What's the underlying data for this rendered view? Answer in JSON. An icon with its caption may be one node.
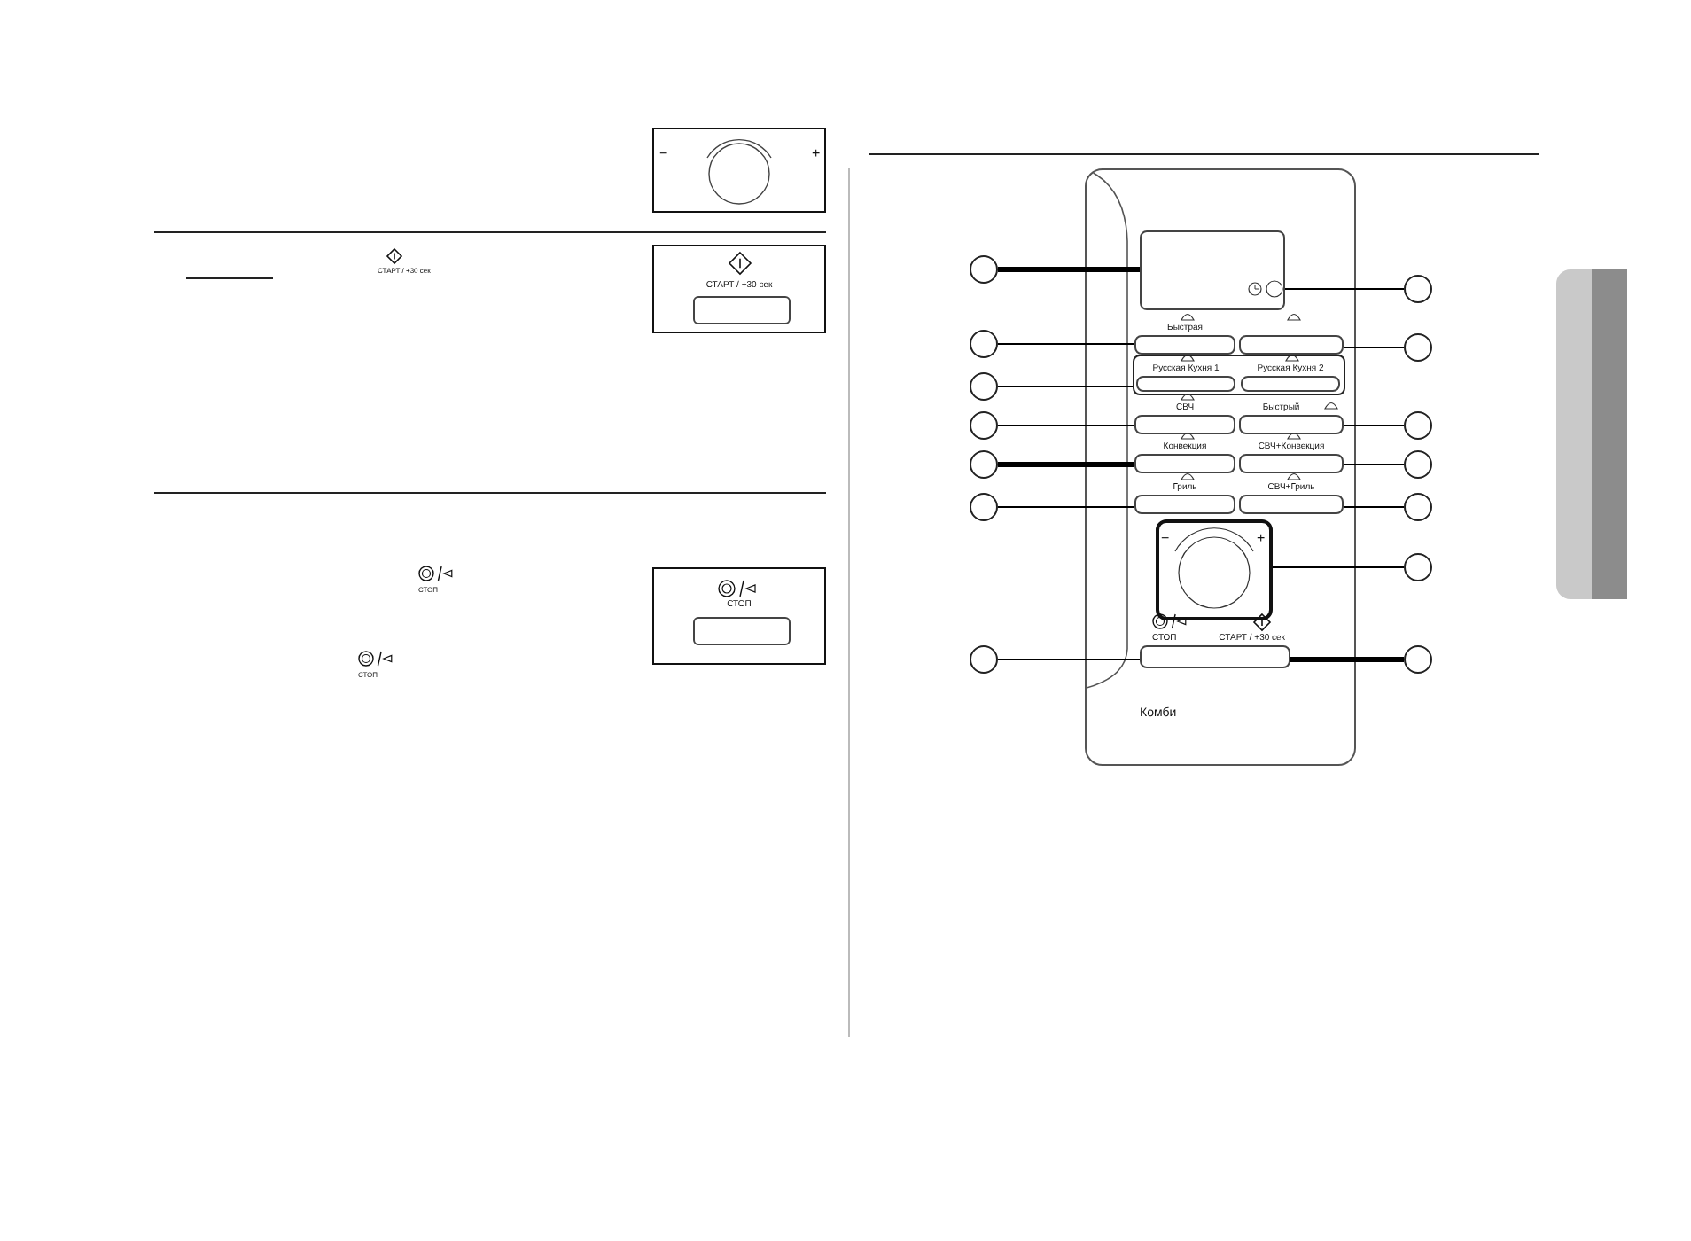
{
  "diagram": {
    "nodes": [
      {
        "text": [
          "Комби"
        ]
      },
      {
        "text": [],
        "shape": "box",
        "in": 0
      },
      {
        "text": [
          "Быстрая"
        ],
        "in": 0
      },
      {
        "text": [],
        "shape": "box",
        "in": 0
      },
      {
        "text": [],
        "shape": "box",
        "in": 0
      },
      {
        "text": [
          "Русская Кухня 1"
        ],
        "in": 4
      },
      {
        "text": [
          "Русская Кухня 2"
        ],
        "in": 4
      },
      {
        "text": [
          "СВЧ"
        ],
        "in": 0
      },
      {
        "text": [
          "Быстрый"
        ],
        "in": 0
      },
      {
        "text": [
          "Конвекция"
        ],
        "in": 0
      },
      {
        "text": [
          "СВЧ+Конвекция"
        ],
        "in": 0
      },
      {
        "text": [
          "Гриль"
        ],
        "in": 0
      },
      {
        "text": [
          "СВЧ+Гриль"
        ],
        "in": 0
      },
      {
        "text": [],
        "shape": "box",
        "in": 0
      },
      {
        "text": [
          "СТОП",
          "СТАРТ / +30 сек"
        ],
        "in": 0
      },
      {
        "text": [],
        "shape": "circle"
      },
      {
        "text": [],
        "shape": "circle"
      },
      {
        "text": [],
        "shape": "circle"
      },
      {
        "text": [],
        "shape": "circle"
      },
      {
        "text": [],
        "shape": "circle"
      },
      {
        "text": [],
        "shape": "circle"
      },
      {
        "text": [],
        "shape": "circle"
      },
      {
        "text": [],
        "shape": "circle"
      },
      {
        "text": [],
        "shape": "circle"
      },
      {
        "text": [],
        "shape": "circle"
      },
      {
        "text": [],
        "shape": "circle"
      },
      {
        "text": [],
        "shape": "circle"
      },
      {
        "text": [],
        "shape": "circle"
      },
      {
        "text": [],
        "shape": "circle"
      },
      {
        "text": [
          "СТАРТ / +30 сек"
        ]
      },
      {
        "text": [
          "СТОП"
        ]
      }
    ],
    "edges": [
      {
        "from": 15,
        "to": 1,
        "arrow": "none",
        "style": "thick"
      },
      {
        "from": 16,
        "to": 2,
        "arrow": "none"
      },
      {
        "from": 17,
        "to": 4,
        "arrow": "none"
      },
      {
        "from": 18,
        "to": 7,
        "arrow": "none"
      },
      {
        "from": 19,
        "to": 9,
        "arrow": "none",
        "style": "thick"
      },
      {
        "from": 20,
        "to": 11,
        "arrow": "none"
      },
      {
        "from": 21,
        "to": 14,
        "arrow": "none"
      },
      {
        "from": 22,
        "to": 1,
        "arrow": "none"
      },
      {
        "from": 23,
        "to": 3,
        "arrow": "none"
      },
      {
        "from": 24,
        "to": 8,
        "arrow": "none"
      },
      {
        "from": 25,
        "to": 10,
        "arrow": "none"
      },
      {
        "from": 26,
        "to": 12,
        "arrow": "none"
      },
      {
        "from": 27,
        "to": 13,
        "arrow": "none"
      },
      {
        "from": 28,
        "to": 14,
        "arrow": "none",
        "style": "thick"
      }
    ],
    "labels": [
      "−",
      "+",
      "СТАРТ / +30 сек",
      "СТОП",
      "СТОП",
      "−",
      "+"
    ]
  }
}
